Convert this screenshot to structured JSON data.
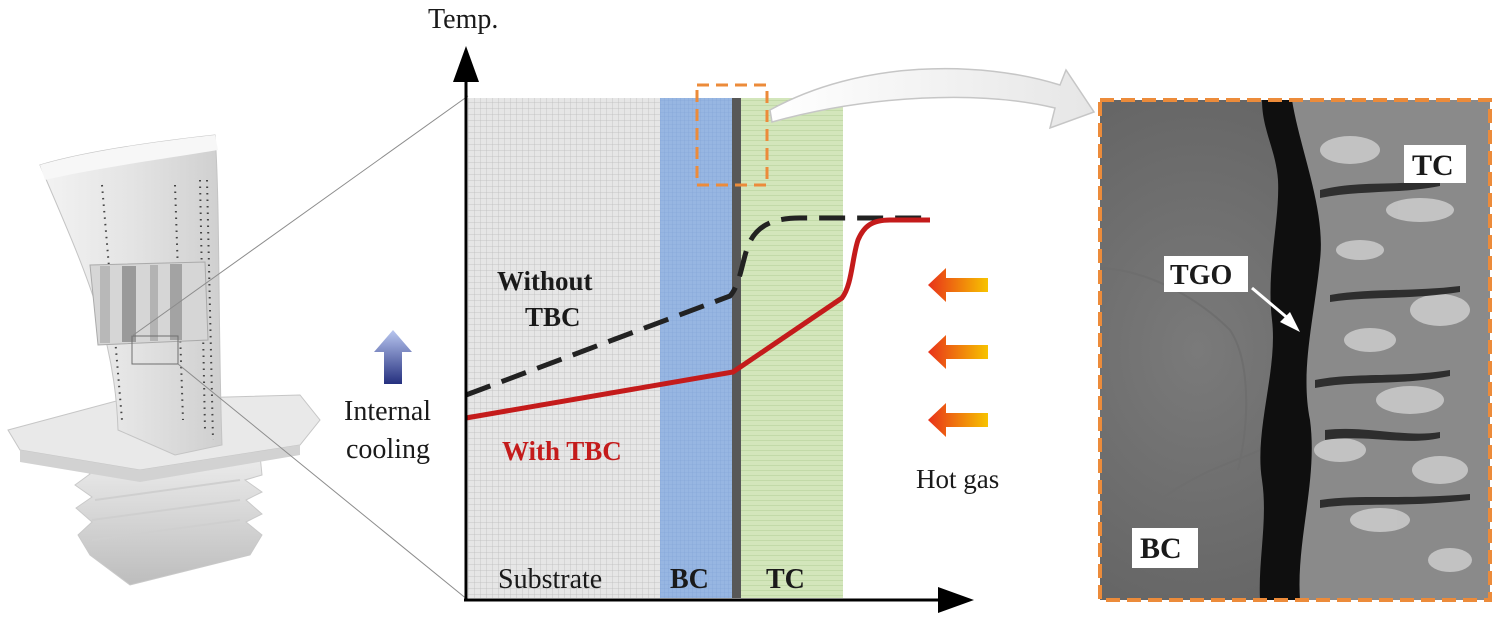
{
  "axes": {
    "y_label": "Temp."
  },
  "layers": {
    "substrate": "Substrate",
    "bond_coat": "BC",
    "top_coat": "TC"
  },
  "curves": {
    "without_tbc_line1": "Without",
    "without_tbc_line2": "TBC",
    "with_tbc": "With TBC"
  },
  "annotations": {
    "internal_cooling_line1": "Internal",
    "internal_cooling_line2": "cooling",
    "hot_gas": "Hot gas"
  },
  "micrograph": {
    "tc_label": "TC",
    "tgo_label": "TGO",
    "bc_label": "BC"
  },
  "colors": {
    "substrate": "#dcdcdc",
    "bond_coat": "#8fb0df",
    "top_coat": "#c5dca6",
    "tgo": "#555555",
    "with_tbc_curve": "#c41b1b",
    "without_tbc_curve": "#222222",
    "zoom_box": "#ec8b3a",
    "cooling_arrow": "#2f3f96",
    "hot_gas_arrow_start": "#f0a020",
    "hot_gas_arrow_end": "#e8321a"
  }
}
